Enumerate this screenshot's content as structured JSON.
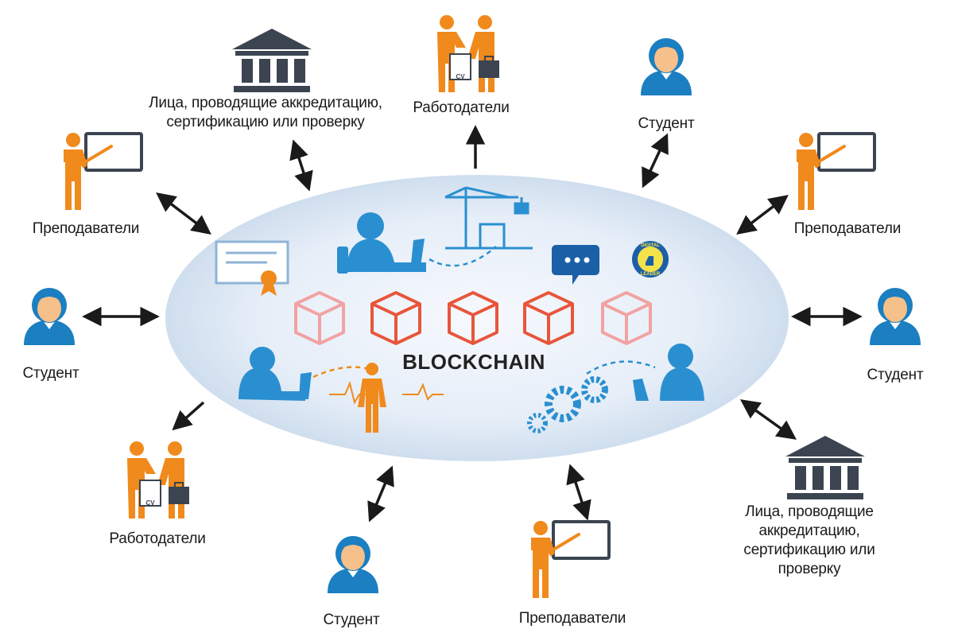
{
  "hub": {
    "title": "BLOCKCHAIN"
  },
  "badge": {
    "line1": "DIGITAL",
    "line2": "LEADER"
  },
  "document": {
    "cv_label": "CV"
  },
  "labels": {
    "institutions": "Лица, проводящие аккредитацию,\nсертификацию или проверку",
    "employers": "Работодатели",
    "student": "Студент",
    "teachers": "Преподаватели"
  },
  "colors": {
    "orange": "#f08a1c",
    "blue": "#1b7fc1",
    "dark": "#3b4450",
    "hub_fill": "#e3edf7",
    "cube_red": "#e8553b",
    "cube_pink": "#f2a2a2"
  }
}
